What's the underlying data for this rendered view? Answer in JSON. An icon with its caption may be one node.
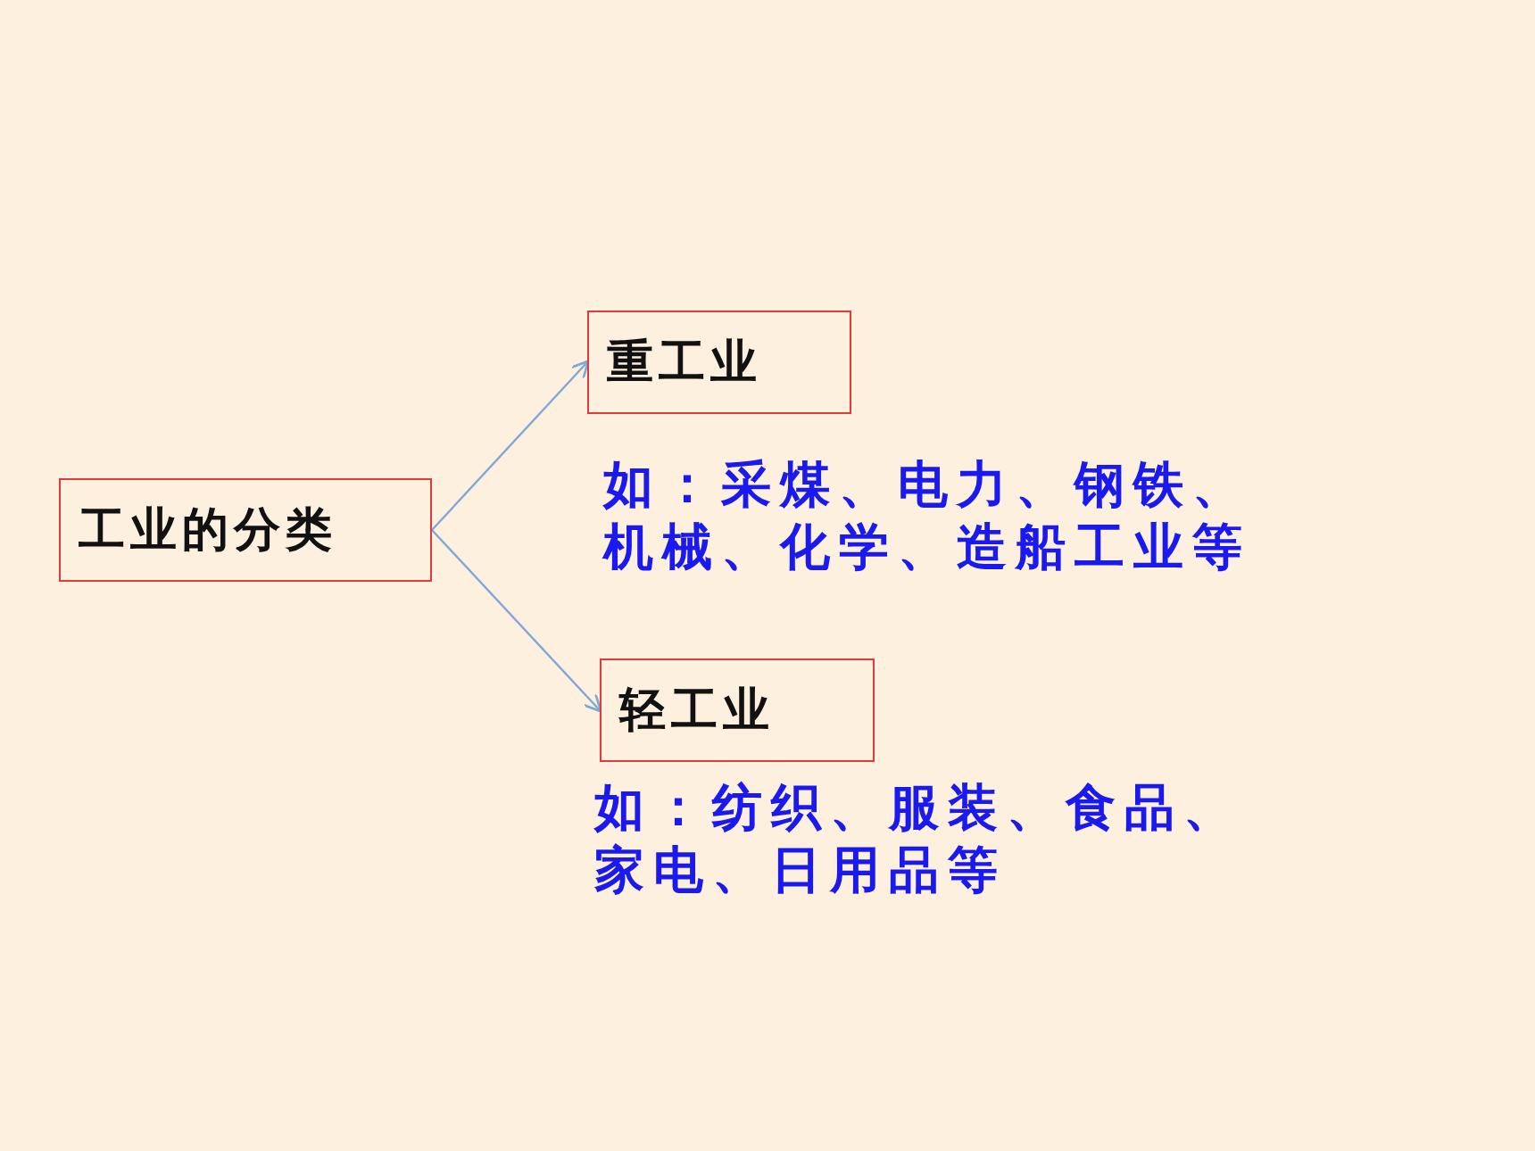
{
  "diagram": {
    "nodes": [
      {
        "text": [
          "工业的分类"
        ]
      },
      {
        "text": [
          "重工业"
        ],
        "beside": [
          "如：采煤、电力、钢铁、机械、化学、造船工业等"
        ]
      },
      {
        "text": [
          "轻工业"
        ],
        "beside": [
          "如：纺织、服装、食品、家电、日用品等"
        ]
      }
    ],
    "edges": [
      {
        "from": 0,
        "to": 1,
        "arrow": "to"
      },
      {
        "from": 0,
        "to": 2,
        "arrow": "to"
      }
    ]
  }
}
